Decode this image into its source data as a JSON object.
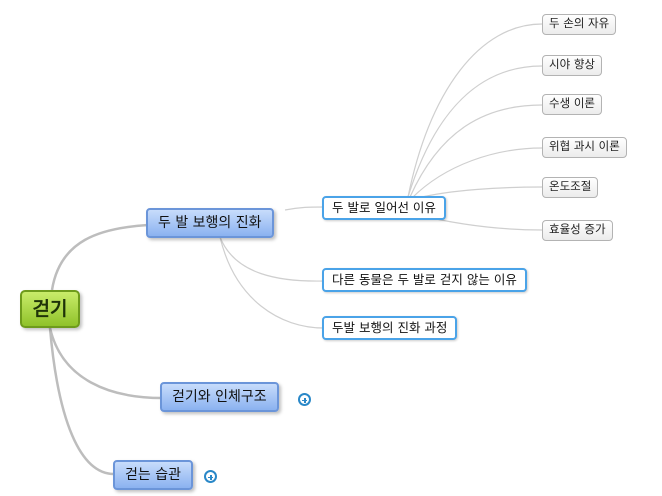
{
  "root": {
    "label": "걷기"
  },
  "branches": [
    {
      "label": "두 발 보행의 진화",
      "children": [
        {
          "label": "두 발로 일어선 이유",
          "children": [
            "두 손의 자유",
            "시야 향상",
            "수생 이론",
            "위협 과시 이론",
            "온도조절",
            "효율성 증가"
          ]
        },
        {
          "label": "다른 동물은 두 발로 걷지 않는 이유"
        },
        {
          "label": "두발 보행의 진화 과정"
        }
      ]
    },
    {
      "label": "걷기와 인체구조",
      "collapsed": true
    },
    {
      "label": "걷는 습관",
      "collapsed": true
    }
  ],
  "colors": {
    "root": "#9acd32",
    "main_topic": "#9bbcf3",
    "subtopic_border": "#4aa3e8",
    "connector": "#c4c4c4",
    "expand": "#2a88c8"
  }
}
